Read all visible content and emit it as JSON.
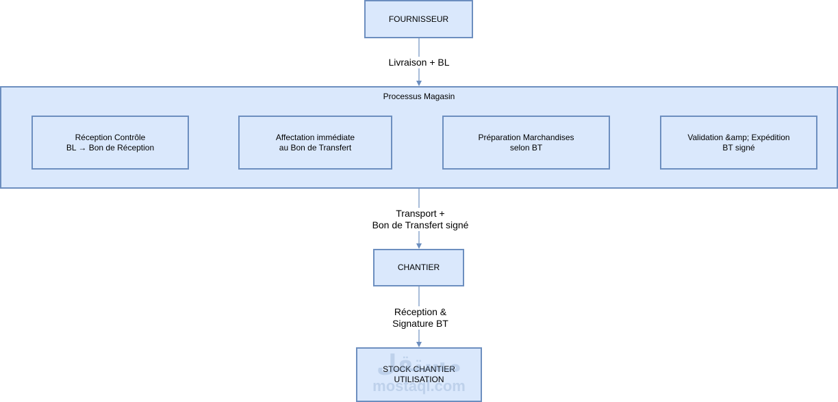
{
  "nodes": {
    "fournisseur": {
      "lines": [
        "FOURNISSEUR"
      ]
    },
    "chantier": {
      "lines": [
        "CHANTIER"
      ]
    },
    "stock": {
      "lines": [
        "STOCK CHANTIER",
        "UTILISATION"
      ]
    }
  },
  "container": {
    "title": "Processus Magasin",
    "steps": [
      {
        "lines": [
          "Réception Contrôle",
          "BL → Bon de Réception"
        ]
      },
      {
        "lines": [
          "Affectation immédiate",
          "au Bon de Transfert"
        ]
      },
      {
        "lines": [
          "Préparation Marchandises",
          "selon BT"
        ]
      },
      {
        "lines": [
          "Validation &amp; Expédition",
          "BT signé"
        ]
      }
    ]
  },
  "edges": {
    "livraison": {
      "lines": [
        "Livraison + BL"
      ]
    },
    "transport": {
      "lines": [
        "Transport +",
        "Bon de Transfert signé"
      ]
    },
    "reception": {
      "lines": [
        "Réception &",
        "Signature BT"
      ]
    }
  },
  "watermark": {
    "arabic": "مستقل",
    "latin": "mostaql.com"
  },
  "colors": {
    "fill": "#dae8fc",
    "stroke": "#6c8ebf",
    "line": "#6c8ebf"
  }
}
